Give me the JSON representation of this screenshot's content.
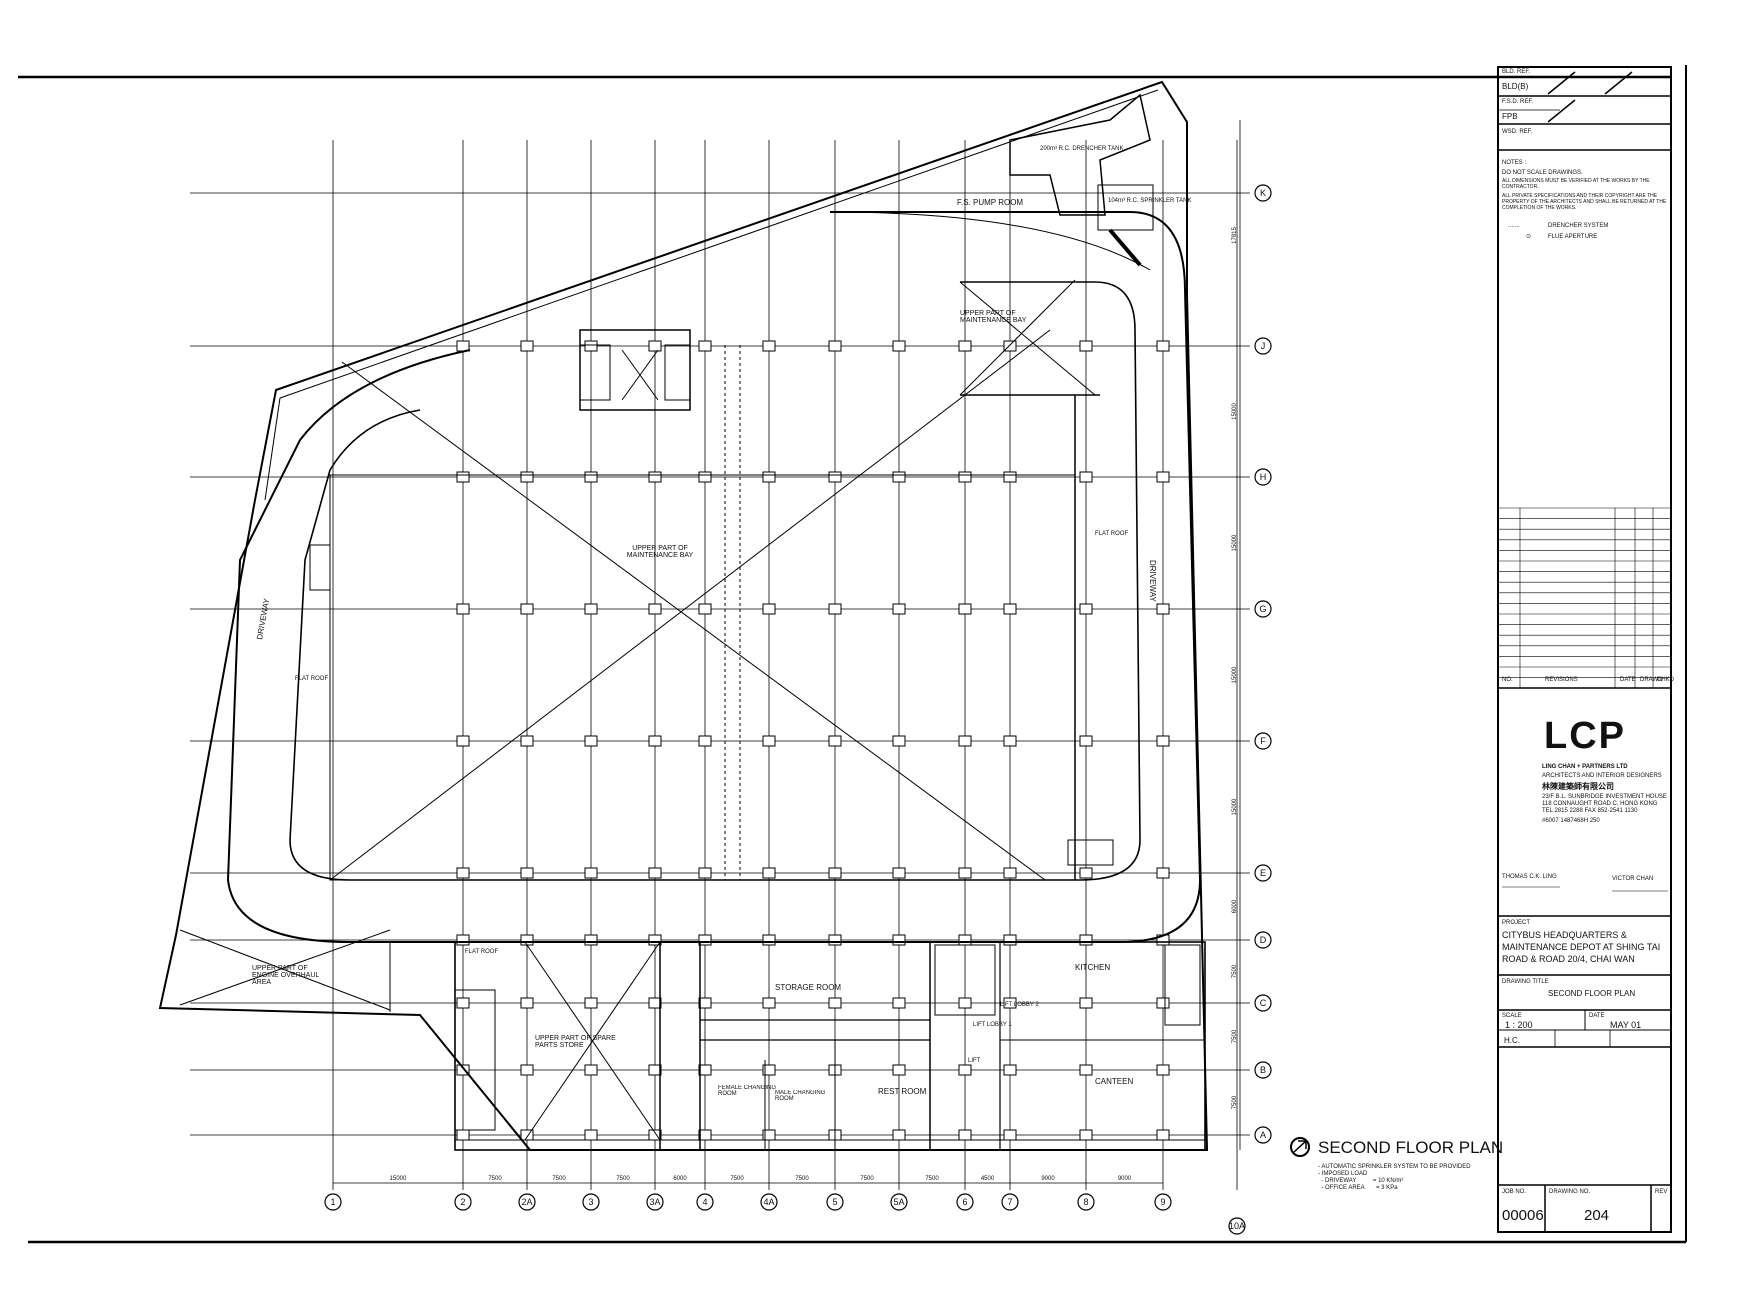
{
  "title_block": {
    "ref_rows": [
      {
        "label": "BLD(B)"
      },
      {
        "label": "FPB"
      }
    ],
    "notes": [
      "NOTES :",
      "DO NOT SCALE DRAWINGS.",
      "ALL DIMENSIONS MUST BE VERIFIED AT THE WORKS BY THE CONTRACTOR.",
      "ALL PRIVATE SPECIFICATIONS AND THEIR COPYRIGHT ARE THE PROPERTY OF THE ARCHITECTS AND SHALL BE RETURNED AT THE COMPLETION OF THE WORKS."
    ],
    "legend": [
      {
        "symbol": ".......",
        "text": "DRENCHER SYSTEM"
      },
      {
        "symbol": "⊙",
        "text": "FLUE APERTURE"
      }
    ],
    "revision_header": [
      "NO.",
      "REVISIONS",
      "DATE",
      "DRAWN",
      "CHKD"
    ],
    "logo": "LCP",
    "firm_name": "LING CHAN + PARTNERS LTD",
    "firm_subtitle": "ARCHITECTS AND INTERIOR DESIGNERS",
    "firm_chinese": "林陳建築師有限公司",
    "firm_address_1": "23/F B.L. SUNBRIDGE INVESTMENT HOUSE",
    "firm_address_2": "118 CONNAUGHT ROAD C. HONG KONG",
    "firm_phone": "TEL 2815 2288     FAX 852-2541 1130",
    "firm_stamp": "#6007   1487468H   250",
    "signatory_left": "THOMAS C.K. LING",
    "signatory_right": "VICTOR CHAN",
    "project_label": "PROJECT",
    "project_lines": [
      "CITYBUS HEADQUARTERS &",
      "MAINTENANCE DEPOT AT SHING TAI",
      "ROAD & ROAD 20/4, CHAI WAN"
    ],
    "drawing_title_label": "DRAWING TITLE",
    "drawing_title": "SECOND  FLOOR  PLAN",
    "scale_label": "SCALE",
    "scale": "1 : 200",
    "date_label": "DATE",
    "date": "MAY 01",
    "drawn": "H.C.",
    "job_no": "00006",
    "drawing_no": "204",
    "job_no_label": "JOB NO.",
    "drawing_no_label": "DRAWING NO.",
    "rev_label": "REV"
  },
  "plan_title": "SECOND FLOOR PLAN",
  "plan_notes": [
    "- AUTOMATIC SPRINKLER SYSTEM TO BE PROVIDED",
    "- IMPOSED LOAD",
    "  - DRIVEWAY          = 10 KN/m²",
    "  - OFFICE AREA       = 3 KPa"
  ],
  "grid_cols": [
    "1",
    "2",
    "2A",
    "3",
    "3A",
    "4",
    "4A",
    "5",
    "5A",
    "6",
    "7",
    "8",
    "9",
    "10A"
  ],
  "grid_rows": [
    "K",
    "J",
    "H",
    "G",
    "F",
    "E",
    "D",
    "C",
    "B",
    "A"
  ],
  "col_dims": [
    "15000",
    "7500",
    "7500",
    "7500",
    "6000",
    "7500",
    "7500",
    "7500",
    "7500",
    "4500",
    "9000",
    "9000"
  ],
  "row_dims": [
    "17815",
    "15000",
    "15000",
    "15000",
    "15000",
    "6000",
    "7500",
    "7500",
    "7500"
  ],
  "rooms": {
    "upper_bay_center": "UPPER PART OF\nMAINTENANCE BAY",
    "upper_bay_top": "UPPER PART OF\nMAINTENANCE BAY",
    "engine_area": "UPPER PART OF\nENGINE OVERHAUL\nAREA",
    "spare_parts": "UPPER PART OF SPARE\nPARTS STORE",
    "storage": "STORAGE ROOM",
    "female": "FEMALE CHANGING\nROOM",
    "male": "MALE CHANGING\nROOM",
    "rest": "REST ROOM",
    "kitchen": "KITCHEN",
    "canteen": "CANTEEN",
    "pump": "F.S. PUMP ROOM",
    "driveway_left": "DRIVEWAY",
    "driveway_right": "DRIVEWAY",
    "flat_roof": "FLAT ROOF",
    "drencher_tank": "200m³ R.C. DRENCHER TANK",
    "sprinkler_tank": "104m³ R.C. SPRINKLER TANK",
    "lift_lobby_1": "LIFT LOBBY 1",
    "lift_lobby_2": "LIFT LOBBY 2",
    "lift": "LIFT"
  }
}
